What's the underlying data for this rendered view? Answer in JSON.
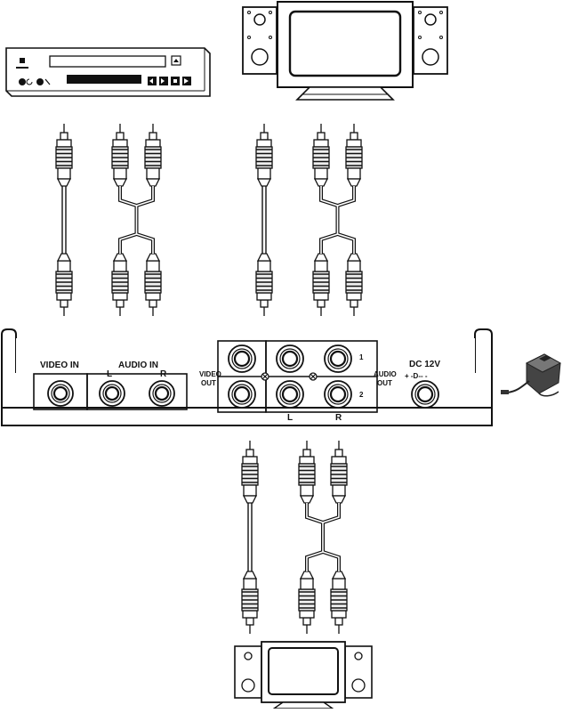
{
  "diagram": {
    "panel": {
      "video_in_label": "VIDEO IN",
      "audio_in_label": "AUDIO IN",
      "audio_in_left": "L",
      "audio_in_right": "R",
      "video_out_label_1": "VIDEO",
      "video_out_label_2": "OUT",
      "audio_out_label_1": "AUDIO",
      "audio_out_label_2": "OUT",
      "out_row_1": "1",
      "out_row_2": "2",
      "out_left": "L",
      "out_right": "R",
      "dc_label": "DC 12V",
      "dc_polarity": "+ -D-- -"
    },
    "devices": {
      "source": "dvd-player",
      "display_top": "tv-with-speakers",
      "display_bottom": "tv-with-speakers",
      "power": "ac-adapter"
    }
  }
}
